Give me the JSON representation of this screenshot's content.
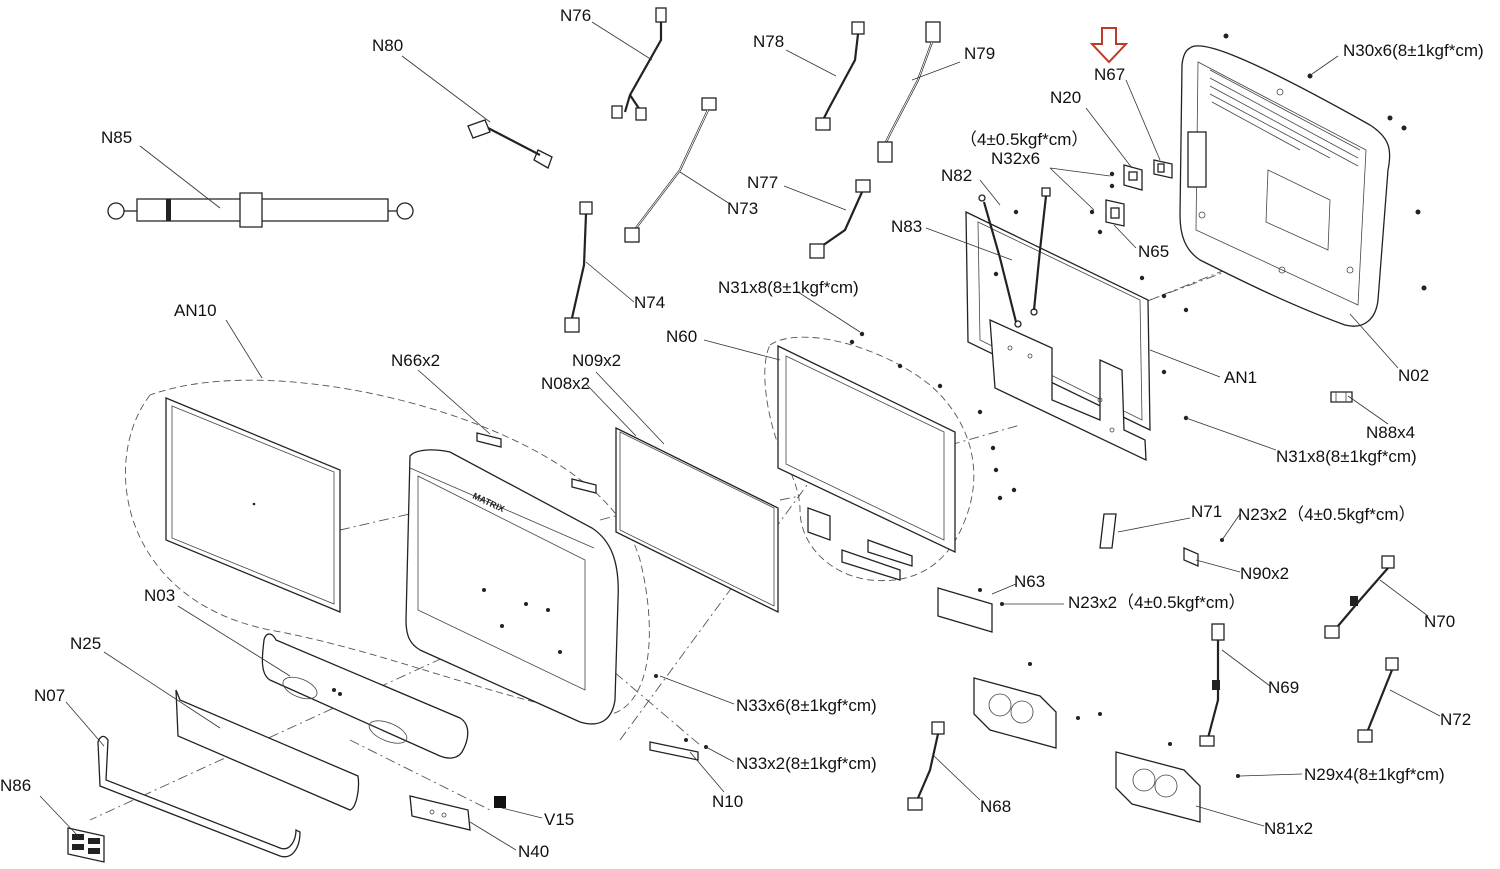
{
  "labels": {
    "N76": "N76",
    "N80": "N80",
    "N78": "N78",
    "N79": "N79",
    "N67": "N67",
    "N30": "N30x6(8±1kgf*cm)",
    "N85": "N85",
    "N20": "N20",
    "N32_torque": "（4±0.5kgf*cm）",
    "N32": "N32x6",
    "N73": "N73",
    "N77": "N77",
    "N82": "N82",
    "N83": "N83",
    "N65": "N65",
    "N74": "N74",
    "N31_top": "N31x8(8±1kgf*cm)",
    "AN10": "AN10",
    "N60": "N60",
    "N66": "N66x2",
    "N09": "N09x2",
    "N08": "N08x2",
    "AN1": "AN1",
    "N02": "N02",
    "N88": "N88x4",
    "N31_right": "N31x8(8±1kgf*cm)",
    "N71": "N71",
    "N23_a": "N23x2（4±0.5kgf*cm）",
    "N90": "N90x2",
    "N03": "N03",
    "N63": "N63",
    "N23_b": "N23x2（4±0.5kgf*cm）",
    "N70": "N70",
    "N25": "N25",
    "N69": "N69",
    "N07": "N07",
    "N33_6": "N33x6(8±1kgf*cm)",
    "N72": "N72",
    "N33_2": "N33x2(8±1kgf*cm)",
    "N29": "N29x4(8±1kgf*cm)",
    "N86": "N86",
    "N10": "N10",
    "N68": "N68",
    "V15": "V15",
    "N81": "N81x2",
    "N40": "N40"
  },
  "bezel_text": "MATRIX",
  "highlight_color": "#c0392b"
}
